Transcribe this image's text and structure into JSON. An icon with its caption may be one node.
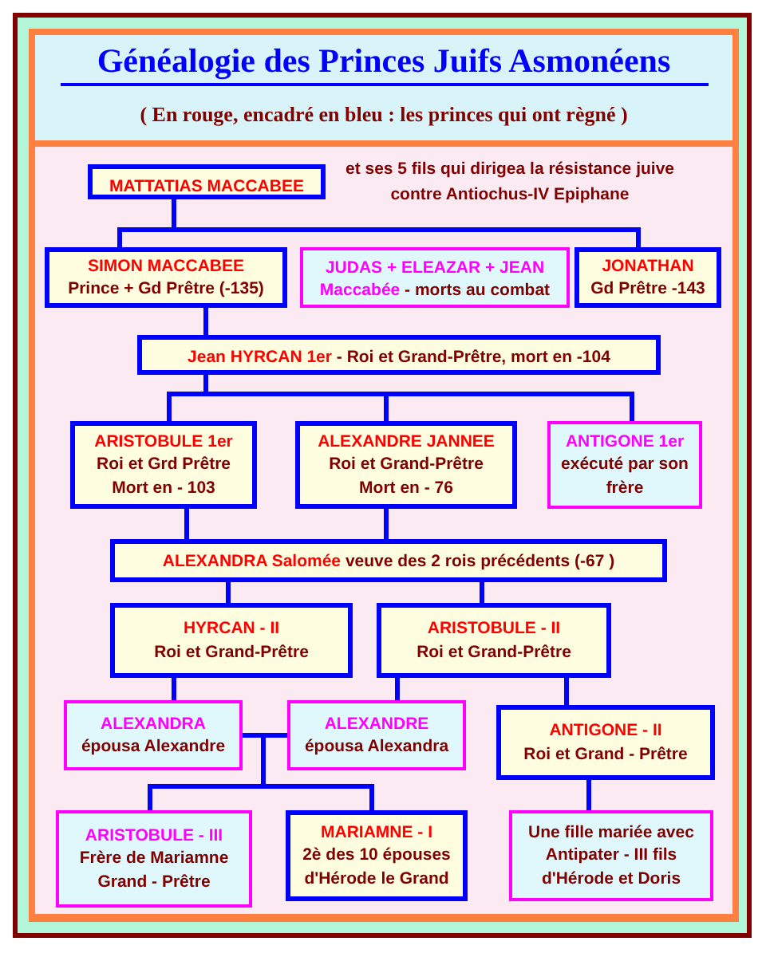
{
  "diagram": {
    "title": "Généalogie des Princes Juifs Asmonéens",
    "nodes": [
      {
        "text": [
          "MATTATIAS MACCABEE"
        ],
        "beside": [
          "et ses 5 fils qui dirigea la résistance juive contre Antiochus-IV Epiphane"
        ]
      },
      {
        "text": [
          "SIMON MACCABEE",
          "Prince + Gd Prêtre (-135)"
        ]
      },
      {
        "text": [
          "JUDAS + ELEAZAR + JEAN Maccabée",
          "- morts au combat"
        ]
      },
      {
        "text": [
          "JONATHAN",
          "Gd Prêtre -143"
        ]
      },
      {
        "text": [
          "Jean HYRCAN 1er",
          "- Roi et Grand-Prêtre, mort en -104"
        ]
      },
      {
        "text": [
          "ARISTOBULE 1er",
          "Roi et Grd Prêtre",
          "Mort en - 103"
        ]
      },
      {
        "text": [
          "ALEXANDRE JANNEE",
          "Roi et Grand-Prêtre",
          "Mort en - 76"
        ]
      },
      {
        "text": [
          "ANTIGONE 1er",
          "exécuté par son frère"
        ]
      },
      {
        "text": [
          "ALEXANDRA Salomée",
          "veuve des 2 rois précédents (-67 )"
        ]
      },
      {
        "text": [
          "HYRCAN - II",
          "Roi et Grand-Prêtre"
        ]
      },
      {
        "text": [
          "ARISTOBULE - II",
          "Roi et Grand-Prêtre"
        ]
      },
      {
        "text": [
          "ALEXANDRA",
          "épousa Alexandre"
        ]
      },
      {
        "text": [
          "ALEXANDRE",
          "épousa Alexandra"
        ]
      },
      {
        "text": [
          "ANTIGONE - II",
          "Roi et Grand - Prêtre"
        ]
      },
      {
        "text": [
          "ARISTOBULE - III",
          "Frère de Mariamne",
          "Grand - Prêtre"
        ]
      },
      {
        "text": [
          "MARIAMNE - I",
          "2è des **10** épouses d'Hérode le Grand"
        ]
      },
      {
        "text": [
          "Une fille mariée avec Antipater - III fils d'Hérode et Doris"
        ]
      }
    ],
    "edges": [
      {
        "from": 0,
        "to": 1,
        "arrow": "none"
      },
      {
        "from": 0,
        "to": 3,
        "arrow": "none"
      },
      {
        "from": 1,
        "to": 4,
        "arrow": "none"
      },
      {
        "from": 4,
        "to": 5,
        "arrow": "none"
      },
      {
        "from": 4,
        "to": 6,
        "arrow": "none"
      },
      {
        "from": 4,
        "to": 7,
        "arrow": "none"
      },
      {
        "from": 5,
        "to": 8,
        "arrow": "none"
      },
      {
        "from": 6,
        "to": 8,
        "arrow": "none"
      },
      {
        "from": 8,
        "to": 9,
        "arrow": "none"
      },
      {
        "from": 8,
        "to": 10,
        "arrow": "none"
      },
      {
        "from": 9,
        "to": 11,
        "arrow": "none"
      },
      {
        "from": 10,
        "to": 12,
        "arrow": "none"
      },
      {
        "from": 10,
        "to": 13,
        "arrow": "none"
      },
      {
        "from": 11,
        "to": 14,
        "arrow": "none"
      },
      {
        "from": 11,
        "to": 15,
        "arrow": "none"
      },
      {
        "from": 12,
        "to": 14,
        "arrow": "none"
      },
      {
        "from": 12,
        "to": 15,
        "arrow": "none"
      },
      {
        "from": 13,
        "to": 16,
        "arrow": "none"
      }
    ],
    "labels": [
      "( En rouge, encadré en bleu : les princes qui ont règné )"
    ]
  }
}
